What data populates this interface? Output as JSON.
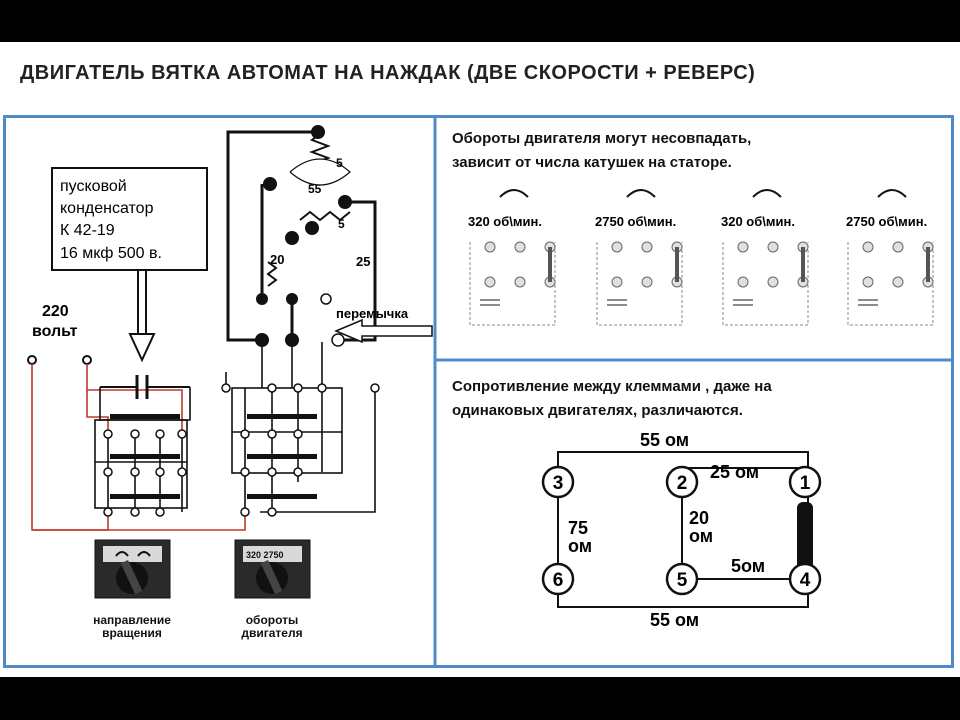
{
  "title": "ДВИГАТЕЛЬ ВЯТКА АВТОМАТ НА НАЖДАК (ДВЕ СКОРОСТИ + РЕВЕРС)",
  "capacitor": {
    "line1": "пусковой",
    "line2": "конденсатор",
    "line3": "К 42-19",
    "line4": "16 мкф  500 в."
  },
  "supply": {
    "voltage": "220",
    "unit": "вольт"
  },
  "jumper_label": "перемычка",
  "winding_labels": {
    "w5_top": "5",
    "w55": "55",
    "w5_bottom": "5",
    "w20": "20",
    "w25": "25"
  },
  "switch_direction": {
    "line1": "направление",
    "line2": "вращения"
  },
  "switch_speed": {
    "line1": "обороты",
    "line2": "двигателя",
    "plate": "320 2750"
  },
  "speeds_panel": {
    "text_line1": "Обороты двигателя могут несовпадать,",
    "text_line2": "зависит от числа катушек  на статоре.",
    "diagrams": [
      {
        "label": "320 об\\мин."
      },
      {
        "label": "2750 об\\мин."
      },
      {
        "label": "320 об\\мин."
      },
      {
        "label": "2750 об\\мин."
      }
    ]
  },
  "resistance_panel": {
    "text_line1": "Сопротивление между клеммами , даже на",
    "text_line2": "одинаковых двигателях, различаются.",
    "terminals": [
      "1",
      "2",
      "3",
      "4",
      "5",
      "6"
    ],
    "r_top_outer": "55 ом",
    "r_top_inner": "25 ом",
    "r_left_value": "75",
    "r_left_unit": "ом",
    "r_mid_value": "20",
    "r_mid_unit": "ом",
    "r_bottom_inner": "5ом",
    "r_bottom_outer": "55 ом"
  },
  "colors": {
    "frame": "#4f8bc9",
    "wire_red": "#c0392b",
    "wire_black": "#111111"
  }
}
